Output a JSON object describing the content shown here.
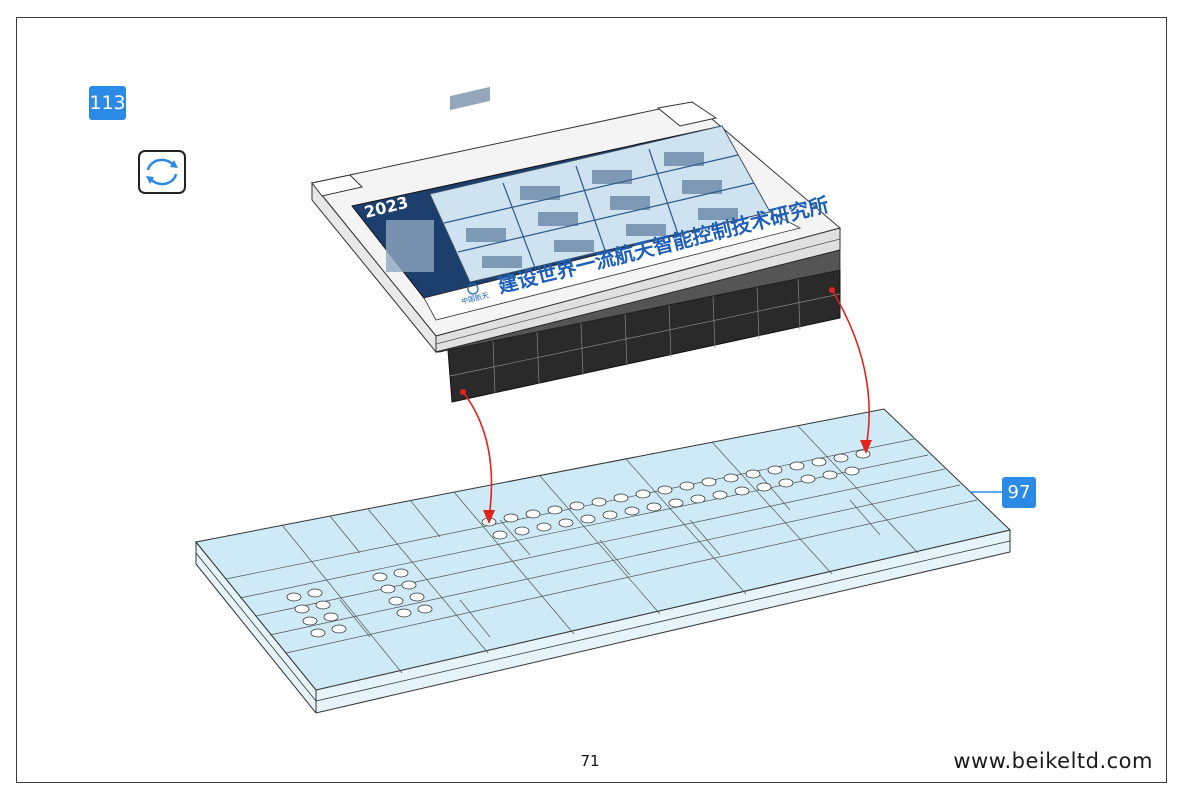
{
  "page": {
    "step_number": "113",
    "substep_label": "97",
    "page_number": "71",
    "website": "www.beikeltd.com"
  },
  "sign": {
    "year": "2023",
    "slogan": "建设世界一流航天智能控制技术研究所",
    "logo_text": "中国航天"
  },
  "icons": {
    "rotate": "rotate-model-icon"
  },
  "colors": {
    "badge": "#2b8ae6",
    "arrow": "#e0231c",
    "baseplate": "#cdeaf6",
    "slogan_text": "#1e5fb8"
  }
}
